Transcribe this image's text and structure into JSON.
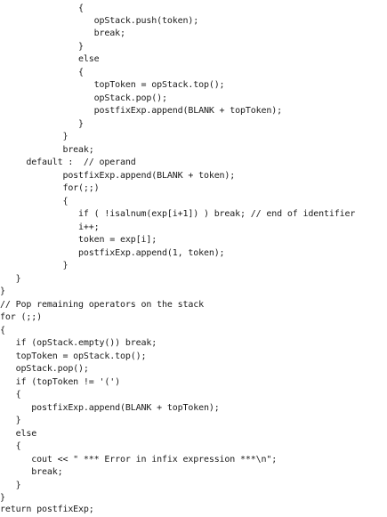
{
  "code_lines": [
    "               {",
    "                  opStack.push(token);",
    "                  break;",
    "               }",
    "               else",
    "               {",
    "                  topToken = opStack.top();",
    "                  opStack.pop();",
    "                  postfixExp.append(BLANK + topToken);",
    "               }",
    "            }",
    "            break;",
    "     default :  // operand",
    "            postfixExp.append(BLANK + token);",
    "            for(;;)",
    "            {",
    "               if ( !isalnum(exp[i+1]) ) break; // end of identifier",
    "               i++;",
    "               token = exp[i];",
    "               postfixExp.append(1, token);",
    "            }",
    "   }",
    "}",
    "// Pop remaining operators on the stack",
    "for (;;)",
    "{",
    "   if (opStack.empty()) break;",
    "   topToken = opStack.top();",
    "   opStack.pop();",
    "   if (topToken != '(')",
    "   {",
    "      postfixExp.append(BLANK + topToken);",
    "   }",
    "   else",
    "   {",
    "      cout << \" *** Error in infix expression ***\\n\";",
    "      break;",
    "   }",
    "}",
    "return postfixExp;"
  ]
}
